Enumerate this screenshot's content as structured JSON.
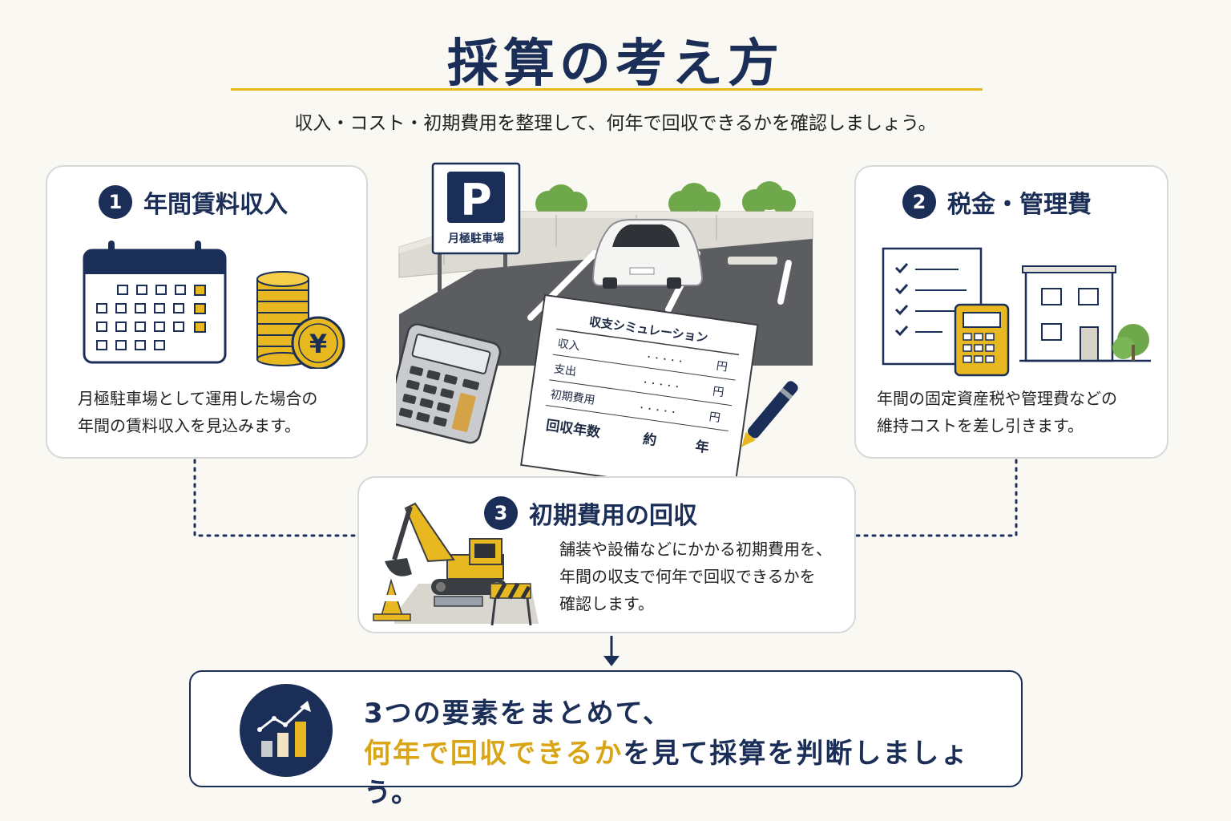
{
  "title": "採算の考え方",
  "subtitle": "収入・コスト・初期費用を整理して、何年で回収できるかを確認しましょう。",
  "colors": {
    "navy": "#1b2e57",
    "gold": "#e8b820",
    "background": "#faf8f3"
  },
  "cards": [
    {
      "number": "1",
      "title": "年間賃料収入",
      "text_lines": [
        "月極駐車場として運用した場合の",
        "年間の賃料収入を見込みます。"
      ],
      "icons": [
        "calendar-icon",
        "coins-icon",
        "yen-icon"
      ]
    },
    {
      "number": "2",
      "title": "税金・管理費",
      "text_lines": [
        "年間の固定資産税や管理費などの",
        "維持コストを差し引きます。"
      ],
      "icons": [
        "checklist-icon",
        "calculator-icon",
        "building-icon",
        "tree-icon"
      ]
    },
    {
      "number": "3",
      "title": "初期費用の回収",
      "text_lines": [
        "舗装や設備などにかかる初期費用を、",
        "年間の収支で何年で回収できるかを",
        "確認します。"
      ],
      "icons": [
        "excavator-icon",
        "traffic-cone-icon",
        "barricade-icon"
      ]
    }
  ],
  "center_illustration": {
    "sign_letter": "P",
    "sign_label": "月極駐車場",
    "sheet": {
      "title": "収支シミュレーション",
      "rows": [
        {
          "label": "収入",
          "dots": "・・・・・",
          "unit": "円"
        },
        {
          "label": "支出",
          "dots": "・・・・・",
          "unit": "円"
        },
        {
          "label": "初期費用",
          "dots": "・・・・・",
          "unit": "円"
        }
      ],
      "result_label": "回収年数",
      "result_prefix": "約",
      "result_unit": "年"
    }
  },
  "summary": {
    "line1": "3つの要素をまとめて、",
    "line2_highlight": "何年で回収できるか",
    "line2_rest": "を見て採算を判断しましょう。",
    "icon": "growth-chart-icon"
  }
}
